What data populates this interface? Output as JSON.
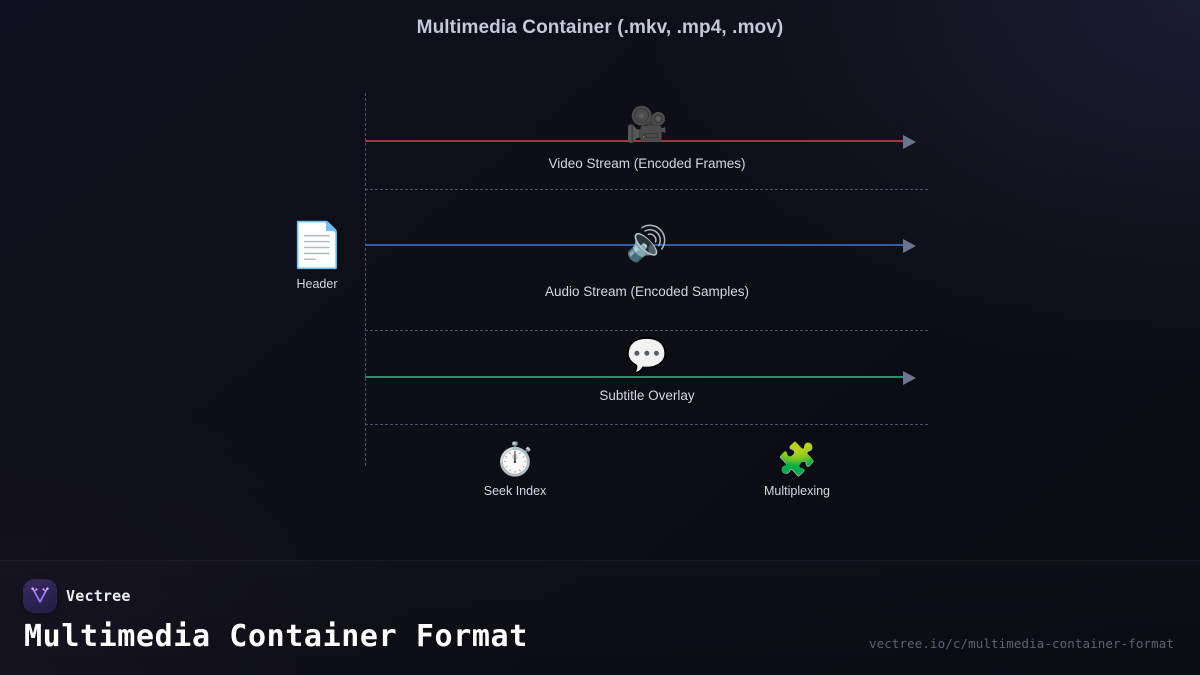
{
  "diagram": {
    "title": "Multimedia Container (.mkv, .mp4, .mov)",
    "header_node": {
      "icon": "📄",
      "icon_name": "document-icon",
      "label": "Header"
    },
    "streams": [
      {
        "icon": "🎥",
        "icon_name": "movie-camera-icon",
        "label": "Video Stream (Encoded Frames)",
        "color": "#a3343c",
        "arrow_color": "#6b7490"
      },
      {
        "icon": "🔊",
        "icon_name": "loudspeaker-icon",
        "label": "Audio Stream (Encoded Samples)",
        "color": "#2f5da8",
        "arrow_color": "#6b7490"
      },
      {
        "icon": "💬",
        "icon_name": "speech-balloon-icon",
        "label": "Subtitle Overlay",
        "color": "#2a8f6a",
        "arrow_color": "#6b7490"
      }
    ],
    "features": [
      {
        "icon": "⏱️",
        "icon_name": "stopwatch-icon",
        "label": "Seek Index"
      },
      {
        "icon": "🧩",
        "icon_name": "puzzle-piece-icon",
        "label": "Multiplexing"
      }
    ]
  },
  "footer": {
    "brand": "Vectree",
    "title": "Multimedia Container Format",
    "url": "vectree.io/c/multimedia-container-format"
  },
  "colors": {
    "background": "#0e0f17",
    "accent_purple": "#a778ff",
    "video": "#a3343c",
    "audio": "#2f5da8",
    "subtitle": "#2a8f6a",
    "dashed": "#4a5270"
  }
}
